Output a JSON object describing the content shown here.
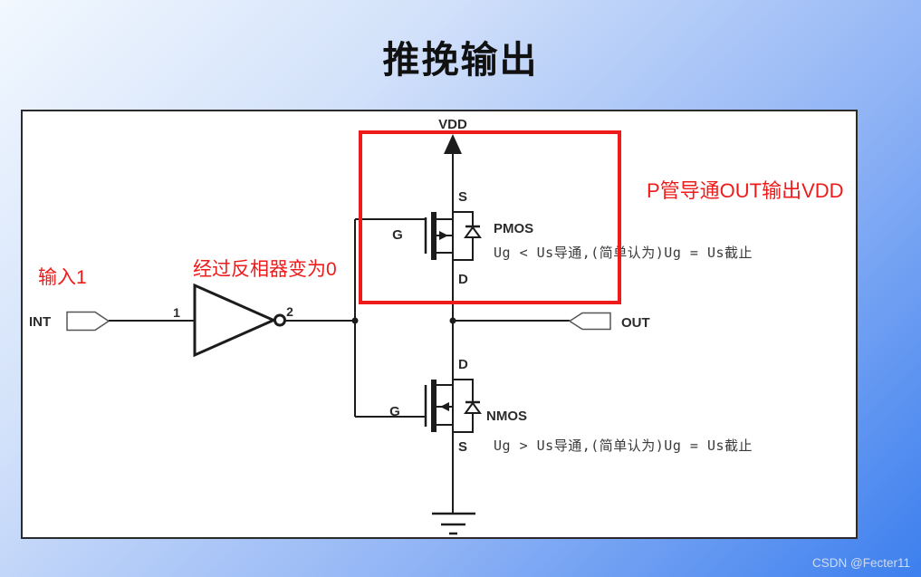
{
  "title": "推挽输出",
  "panel": {
    "labels": {
      "vdd": "VDD",
      "pmos_s": "S",
      "pmos_g": "G",
      "pmos_d": "D",
      "pmos_name": "PMOS",
      "nmos_d": "D",
      "nmos_g": "G",
      "nmos_s": "S",
      "nmos_name": "NMOS",
      "int": "INT",
      "out": "OUT",
      "node1": "1",
      "node2": "2"
    },
    "conditions": {
      "pmos": "Ug < Us导通,(简单认为)Ug = Us截止",
      "nmos": "Ug > Us导通,(简单认为)Ug = Us截止"
    },
    "annotations": {
      "input": "输入1",
      "inverter": "经过反相器变为0",
      "pmos_on": "P管导通OUT输出VDD"
    }
  },
  "colors": {
    "annotation_red": "#ee1b1b",
    "wire_black": "#1c1c1c",
    "background_top_left": "#f2f8fe",
    "background_bottom_right": "#3c7fee",
    "panel_white": "#ffffff"
  },
  "watermark": "CSDN @Fecter11"
}
